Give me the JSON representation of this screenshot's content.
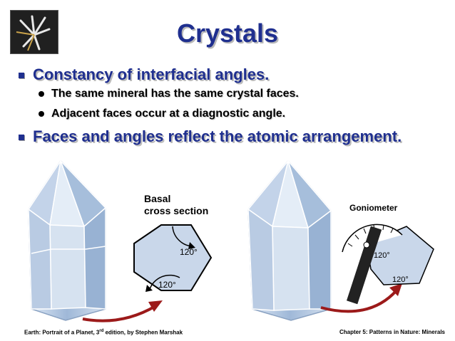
{
  "slide": {
    "title": "Crystals",
    "bullets": [
      {
        "text": "Constancy of interfacial angles.",
        "sub": [
          "The same mineral has the same crystal faces.",
          "Adjacent faces occur at a diagnostic angle."
        ]
      },
      {
        "text": "Faces and angles reflect the atomic arrangement."
      }
    ]
  },
  "figure_left": {
    "label_line1": "Basal",
    "label_line2": "cross section",
    "angle_upper": "120°",
    "angle_lower": "120°"
  },
  "figure_right": {
    "label": "Goniometer",
    "angle_upper": "120°",
    "angle_lower": "120°"
  },
  "footer": {
    "left_prefix": "Earth: Portrait of a Planet, 3",
    "left_sup": "rd",
    "left_suffix": " edition, by Stephen Marshak",
    "right": "Chapter 5:  Patterns in Nature:  Minerals"
  },
  "colors": {
    "title_blue": "#1f2f8f",
    "crystal_blue": "#a9c0de",
    "section_fill": "#c9d7ea",
    "arrow_red": "#9c1a1a"
  }
}
